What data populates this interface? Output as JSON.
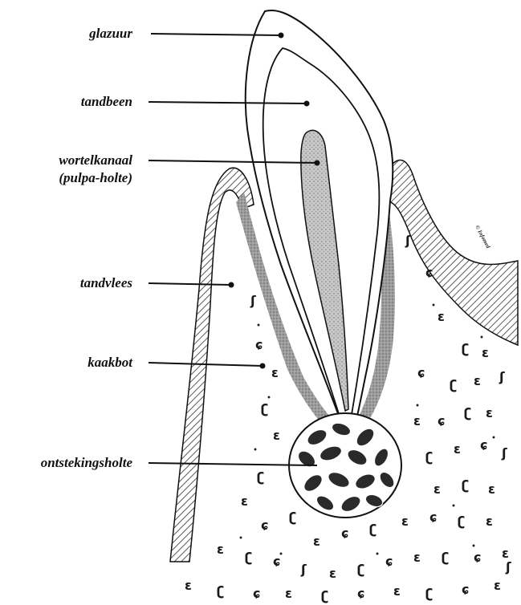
{
  "labels": {
    "glazuur": "glazuur",
    "tandbeen": "tandbeen",
    "wortelkanaal_line1": "wortelkanaal",
    "wortelkanaal_line2": "(pulpa-holte)",
    "tandvlees": "tandvlees",
    "kaakbot": "kaakbot",
    "ontstekingsholte": "ontstekingsholte"
  },
  "copyright": "© Infomed",
  "colors": {
    "ink": "#111111",
    "hatch": "#8a8a8a",
    "pulp": "#c9c9c9",
    "ligament": "#9a9a9a",
    "lesion": "#2a2a2a"
  }
}
